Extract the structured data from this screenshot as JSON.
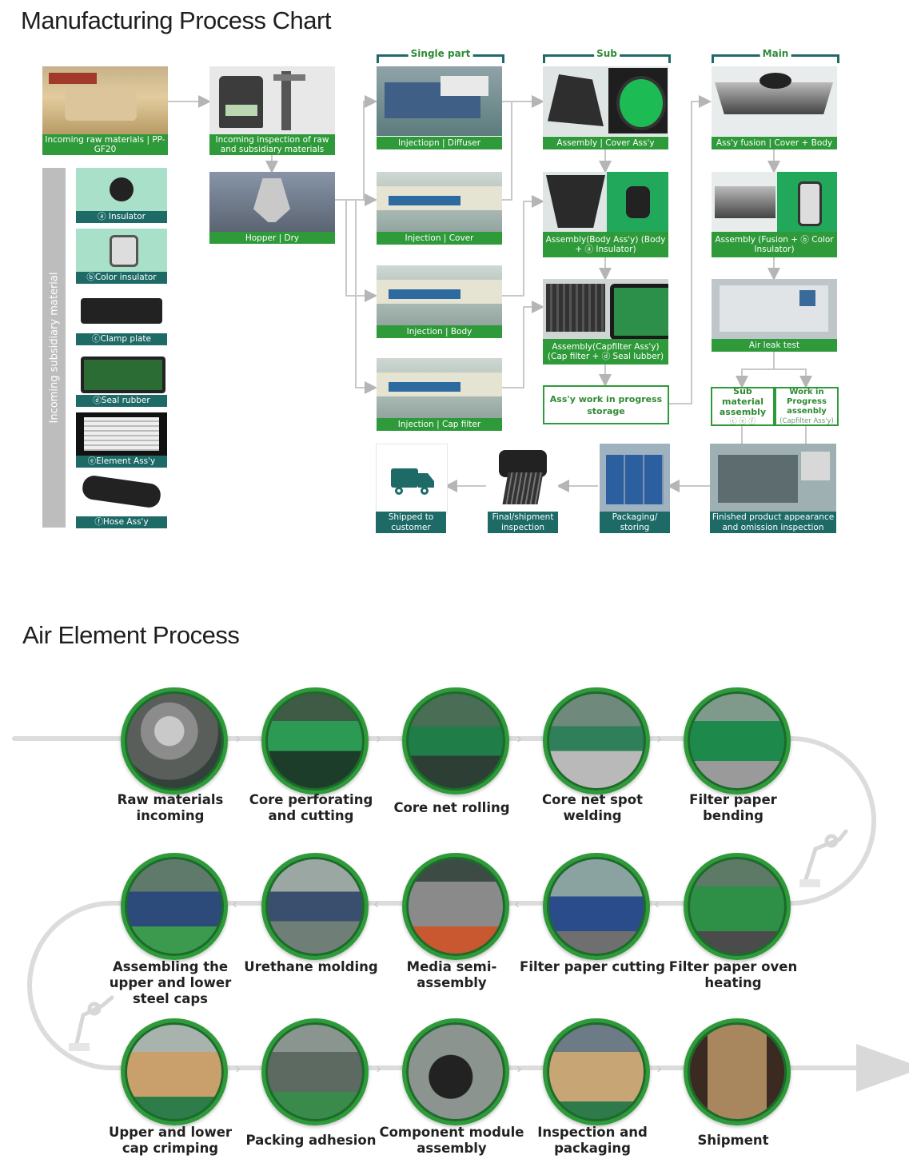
{
  "section1": {
    "title": "Manufacturing Process Chart",
    "sidebar_label": "Incoming subsidiary material",
    "groups": {
      "single": "Single part",
      "sub": "Sub",
      "main": "Main"
    },
    "incoming": {
      "raw": "Incoming raw materials | PP-GF20",
      "inspection": "Incoming inspection of raw and subsidiary materials",
      "hopper": "Hopper | Dry"
    },
    "materials": [
      "ⓐ Insulator",
      "ⓑColor insulator",
      "ⓒClamp plate",
      "ⓓSeal rubber",
      "ⓔElement Ass'y",
      "ⓕHose Ass'y"
    ],
    "injection": [
      "Injectiopn | Diffuser",
      "Injection | Cover",
      "Injection | Body",
      "Injection | Cap filter"
    ],
    "sub": {
      "s1": "Assembly | Cover Ass'y",
      "s2": "Assembly(Body Ass'y) (Body + ⓐ Insulator)",
      "s3": "Assembly(Capfilter Ass'y) (Cap filter + ⓓ Seal lubber)",
      "wip": "Ass'y work in progress storage"
    },
    "main": {
      "m1": "Ass'y fusion | Cover + Body",
      "m2": "Assembly (Fusion + ⓑ Color Insulator)",
      "m3": "Air leak test",
      "b1": "Sub material assembly",
      "b1sub": "ⓒ ⓔ ⓕ",
      "b2": "Work in Progress assenbly",
      "b2sub": "(Capfilter Ass'y)"
    },
    "bottom": [
      "Shipped to customer",
      "Final/shipment inspection",
      "Packaging/ storing",
      "Finished product appearance and omission inspection"
    ]
  },
  "section2": {
    "title": "Air Element Process",
    "steps": [
      "Raw materials incoming",
      "Core perforating and cutting",
      "Core net rolling",
      "Core net spot welding",
      "Filter paper bending",
      "Filter paper oven heating",
      "Filter paper cutting",
      "Media semi-assembly",
      "Urethane molding",
      "Assembling the upper and lower steel caps",
      "Upper and lower cap crimping",
      "Packing adhesion",
      "Component module assembly",
      "Inspection and packaging",
      "Shipment"
    ]
  },
  "colors": {
    "green": "#2f9a3a",
    "teal": "#1d6a67",
    "arrow": "#c8c8c8"
  }
}
